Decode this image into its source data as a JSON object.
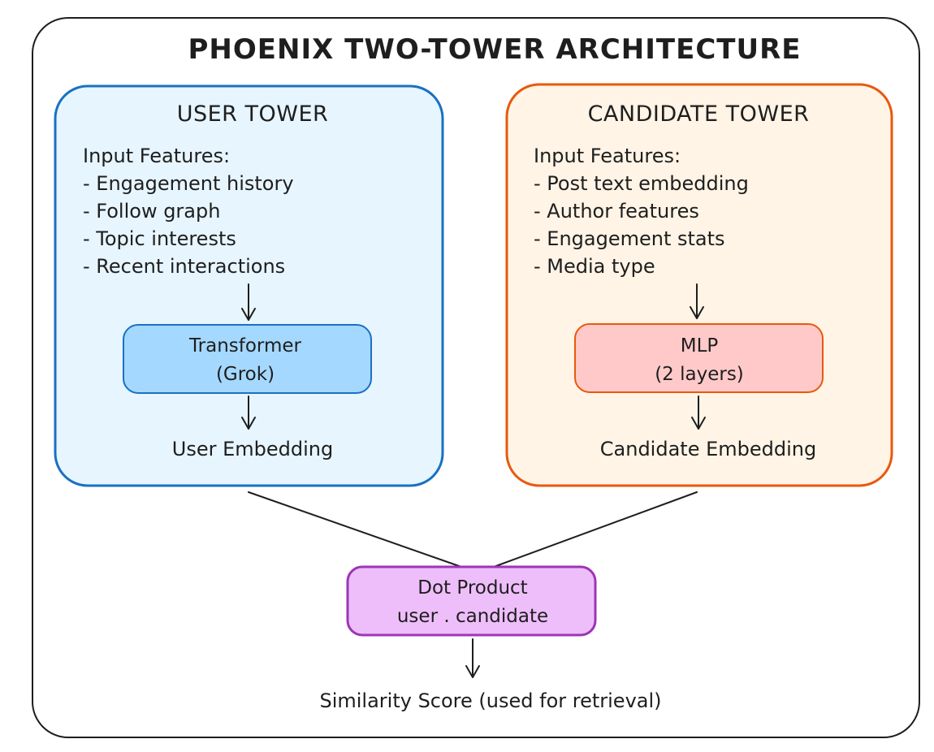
{
  "title": "PHOENIX TWO-TOWER ARCHITECTURE",
  "user_tower": {
    "title": "USER TOWER",
    "features_heading": "Input Features:",
    "features": [
      "- Engagement history",
      "- Follow graph",
      "- Topic interests",
      "- Recent interactions"
    ],
    "model_line1": "Transformer",
    "model_line2": "(Grok)",
    "output": "User Embedding"
  },
  "candidate_tower": {
    "title": "CANDIDATE TOWER",
    "features_heading": "Input Features:",
    "features": [
      "- Post text embedding",
      "- Author features",
      "- Engagement stats",
      "- Media type"
    ],
    "model_line1": "MLP",
    "model_line2": "(2 layers)",
    "output": "Candidate Embedding"
  },
  "dot_product": {
    "line1": "Dot Product",
    "line2": "user . candidate"
  },
  "result": "Similarity Score (used for retrieval)",
  "colors": {
    "user_tower_fill": "#e7f5ff",
    "user_tower_stroke": "#1971c2",
    "candidate_tower_fill": "#fff4e6",
    "candidate_tower_stroke": "#e8590c",
    "transformer_fill": "#a5d8ff",
    "transformer_stroke": "#1971c2",
    "mlp_fill": "#ffc9c9",
    "mlp_stroke": "#e8590c",
    "dot_fill": "#eebefa",
    "dot_stroke": "#9c36b5"
  }
}
